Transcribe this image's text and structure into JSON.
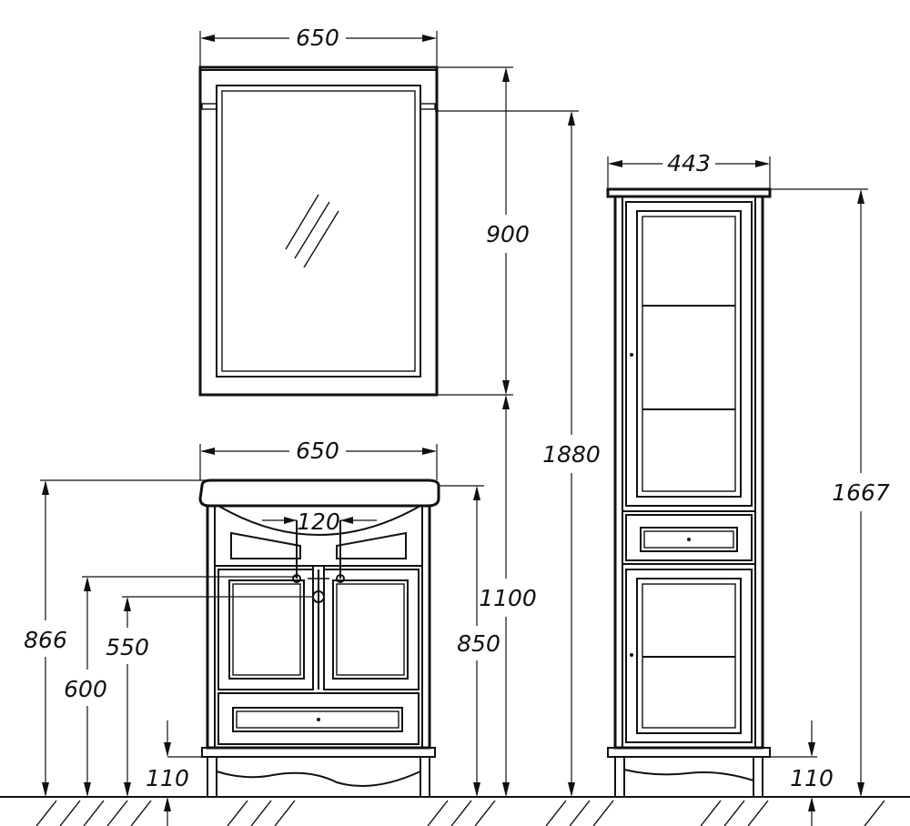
{
  "dimensions": {
    "mirror_width": "650",
    "mirror_height": "900",
    "mirror_top_height": "1880",
    "vanity_width": "650",
    "faucet_spacing": "120",
    "vanity_total_height": "866",
    "outlet_height_600": "600",
    "outlet_height_550": "550",
    "vanity_leg_height": "110",
    "countertop_height": "850",
    "mirror_bottom_height": "1100",
    "cabinet_width": "443",
    "cabinet_height": "1667",
    "cabinet_leg_height": "110"
  }
}
